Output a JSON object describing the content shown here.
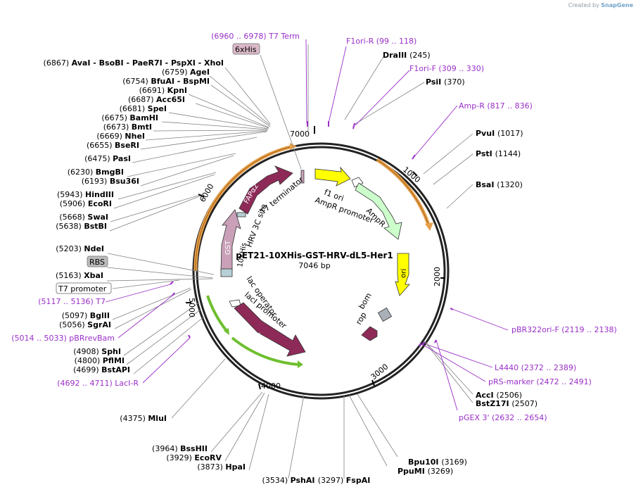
{
  "credit": {
    "prefix": "Created by",
    "brand": "SnapGene"
  },
  "plasmid": {
    "name": "pET21-10XHis-GST-HRV-dL5-Her1",
    "length": "7046 bp"
  },
  "ticks": [
    "7000",
    "1000",
    "2000",
    "3000",
    "4000",
    "5000",
    "6000"
  ],
  "sites": [
    {
      "pos": "(6867)",
      "names": [
        "AvaI",
        "BsoBI",
        "PaeR7I",
        "PspXI",
        "XhoI"
      ]
    },
    {
      "pos": "(6759)",
      "names": [
        "AgeI"
      ]
    },
    {
      "pos": "(6754)",
      "names": [
        "BfuAI",
        "BspMI"
      ]
    },
    {
      "pos": "(6691)",
      "names": [
        "KpnI"
      ]
    },
    {
      "pos": "(6687)",
      "names": [
        "Acc65I"
      ]
    },
    {
      "pos": "(6681)",
      "names": [
        "SpeI"
      ]
    },
    {
      "pos": "(6675)",
      "names": [
        "BamHI"
      ]
    },
    {
      "pos": "(6673)",
      "names": [
        "BmtI"
      ]
    },
    {
      "pos": "(6669)",
      "names": [
        "NheI"
      ]
    },
    {
      "pos": "(6655)",
      "names": [
        "BseRI"
      ]
    },
    {
      "pos": "(6475)",
      "names": [
        "PasI"
      ]
    },
    {
      "pos": "(6230)",
      "names": [
        "BmgBI"
      ]
    },
    {
      "pos": "(6193)",
      "names": [
        "Bsu36I"
      ]
    },
    {
      "pos": "(5943)",
      "names": [
        "HindIII"
      ]
    },
    {
      "pos": "(5906)",
      "names": [
        "EcoRI"
      ]
    },
    {
      "pos": "(5668)",
      "names": [
        "SwaI"
      ]
    },
    {
      "pos": "(5638)",
      "names": [
        "BstBI"
      ]
    },
    {
      "pos": "(5203)",
      "names": [
        "NdeI"
      ]
    },
    {
      "pos": "(5163)",
      "names": [
        "XbaI"
      ]
    },
    {
      "pos": "(5097)",
      "names": [
        "BglII"
      ]
    },
    {
      "pos": "(5056)",
      "names": [
        "SgrAI"
      ]
    },
    {
      "pos": "(4908)",
      "names": [
        "SphI"
      ]
    },
    {
      "pos": "(4800)",
      "names": [
        "PflMI"
      ]
    },
    {
      "pos": "(4699)",
      "names": [
        "BstAPI"
      ]
    },
    {
      "pos": "(4375)",
      "names": [
        "MluI"
      ]
    },
    {
      "pos": "(3964)",
      "names": [
        "BssHII"
      ]
    },
    {
      "pos": "(3929)",
      "names": [
        "EcoRV"
      ]
    },
    {
      "pos": "(3873)",
      "names": [
        "HpaI"
      ]
    },
    {
      "pos": "(3534)",
      "names": [
        "PshAI"
      ]
    },
    {
      "pos": "(3297)",
      "names": [
        "FspAI"
      ]
    },
    {
      "pos": "(3269)",
      "names": [
        "PpuMI"
      ]
    },
    {
      "pos": "(3169)",
      "names": [
        "Bpu10I"
      ]
    },
    {
      "pos": "(2507)",
      "names": [
        "BstZ17I"
      ]
    },
    {
      "pos": "(2506)",
      "names": [
        "AccI"
      ]
    },
    {
      "pos": "(1320)",
      "names": [
        "BsaI"
      ]
    },
    {
      "pos": "(1144)",
      "names": [
        "PstI"
      ]
    },
    {
      "pos": "(1017)",
      "names": [
        "PvuI"
      ]
    },
    {
      "pos": "(370)",
      "names": [
        "PsiI"
      ]
    },
    {
      "pos": "(245)",
      "names": [
        "DraIII"
      ]
    }
  ],
  "primers": [
    {
      "name": "T7 Term",
      "range": "(6960 .. 6978)"
    },
    {
      "name": "F1ori-R",
      "range": "(99 .. 118)"
    },
    {
      "name": "F1ori-F",
      "range": "(309 .. 330)"
    },
    {
      "name": "Amp-R",
      "range": "(817 .. 836)"
    },
    {
      "name": "pBR322ori-F",
      "range": "(2119 .. 2138)"
    },
    {
      "name": "L4440",
      "range": "(2372 .. 2389)"
    },
    {
      "name": "pRS-marker",
      "range": "(2472 .. 2491)"
    },
    {
      "name": "pGEX 3'",
      "range": "(2632 .. 2654)"
    },
    {
      "name": "LacI-R",
      "range": "(4692 .. 4711)"
    },
    {
      "name": "pBRrevBam",
      "range": "(5014 .. 5033)"
    },
    {
      "name": "T7",
      "range": "(5117 .. 5136)"
    }
  ],
  "boxed_features": [
    "6xHis",
    "RBS",
    "T7 promoter"
  ],
  "features": [
    "FAPα2",
    "GST",
    "10XHis",
    "HRV 3C site",
    "T7 terminator",
    "f1 ori",
    "AmpR promoter",
    "AmpR",
    "ori",
    "bom",
    "rop",
    "lac operator",
    "lacI promoter",
    "lacI"
  ],
  "colors": {
    "primer": "#9a2fc8",
    "dL5": "#8e2a58",
    "gst": "#c9a0b8",
    "f1ori": "#ffff00",
    "ampr": "#ccffcc",
    "lacI": "#8e2a58",
    "orf": "#e8a04c",
    "lac_orf": "#6fbf2f"
  }
}
